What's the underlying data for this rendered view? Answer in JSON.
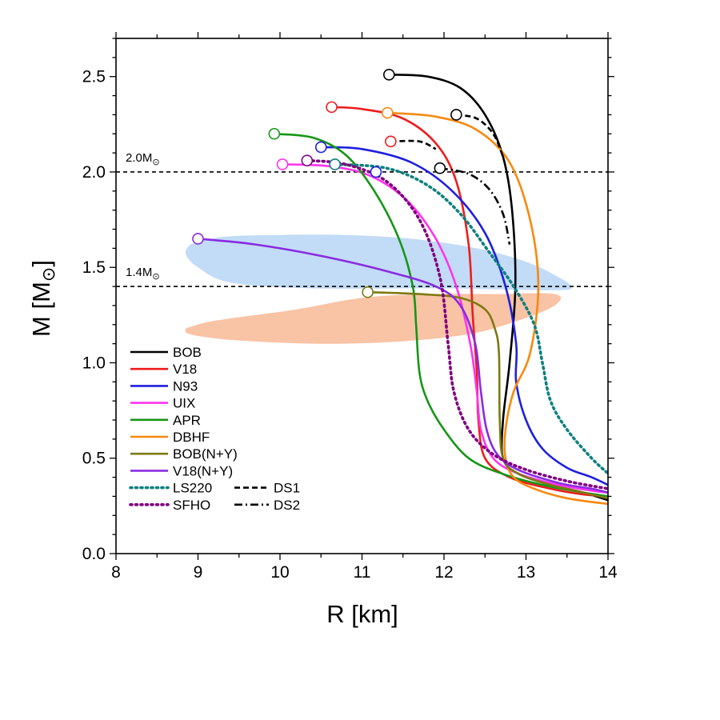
{
  "chart_data": {
    "type": "line",
    "xlabel": "R [km]",
    "ylabel_main": "M [M",
    "ylabel_sub": "⊙",
    "ylabel_close": "]",
    "xlim": [
      8,
      14
    ],
    "ylim": [
      0,
      2.7
    ],
    "xticks": [
      8,
      9,
      10,
      11,
      12,
      13,
      14
    ],
    "xtick_labels": [
      "8",
      "9",
      "10",
      "11",
      "12",
      "13",
      "14"
    ],
    "yticks": [
      0.0,
      0.5,
      1.0,
      1.5,
      2.0,
      2.5
    ],
    "ytick_labels": [
      "0.0",
      "0.5",
      "1.0",
      "1.5",
      "2.0",
      "2.5"
    ],
    "grid": false,
    "legend_position": "bottom-left",
    "reference_lines": [
      {
        "y": 2.0,
        "label": "2.0M",
        "label_sub": "⊙"
      },
      {
        "y": 1.4,
        "label": "1.4M",
        "label_sub": "⊙"
      }
    ],
    "bands": [
      {
        "color": "#c2dcf7",
        "points": [
          [
            8.9,
            1.62
          ],
          [
            9.3,
            1.66
          ],
          [
            10.0,
            1.67
          ],
          [
            10.8,
            1.67
          ],
          [
            11.6,
            1.65
          ],
          [
            12.4,
            1.6
          ],
          [
            13.0,
            1.53
          ],
          [
            13.35,
            1.46
          ],
          [
            13.55,
            1.4
          ],
          [
            13.35,
            1.38
          ],
          [
            12.0,
            1.39
          ],
          [
            10.4,
            1.39
          ],
          [
            9.4,
            1.42
          ],
          [
            9.0,
            1.5
          ],
          [
            8.85,
            1.57
          ]
        ]
      },
      {
        "color": "#f9c3a6",
        "points": [
          [
            8.85,
            1.18
          ],
          [
            9.2,
            1.22
          ],
          [
            10.2,
            1.28
          ],
          [
            11.0,
            1.34
          ],
          [
            11.8,
            1.36
          ],
          [
            12.6,
            1.36
          ],
          [
            13.35,
            1.36
          ],
          [
            13.35,
            1.3
          ],
          [
            12.9,
            1.22
          ],
          [
            12.3,
            1.15
          ],
          [
            11.4,
            1.11
          ],
          [
            10.4,
            1.1
          ],
          [
            9.4,
            1.12
          ],
          [
            8.9,
            1.15
          ]
        ]
      }
    ],
    "series": [
      {
        "name": "BOB",
        "color": "#000000",
        "style": "solid",
        "points": [
          [
            11.33,
            2.51
          ],
          [
            11.8,
            2.5
          ],
          [
            12.2,
            2.44
          ],
          [
            12.5,
            2.3
          ],
          [
            12.72,
            2.08
          ],
          [
            12.83,
            1.8
          ],
          [
            12.87,
            1.4
          ],
          [
            12.8,
            1.0
          ],
          [
            12.72,
            0.7
          ],
          [
            12.72,
            0.5
          ],
          [
            12.9,
            0.42
          ],
          [
            13.3,
            0.36
          ],
          [
            13.7,
            0.32
          ],
          [
            14.0,
            0.28
          ]
        ],
        "marker": [
          11.33,
          2.51
        ]
      },
      {
        "name": "V18",
        "color": "#ee1c1c",
        "style": "solid",
        "points": [
          [
            10.63,
            2.34
          ],
          [
            11.0,
            2.33
          ],
          [
            11.5,
            2.28
          ],
          [
            11.9,
            2.15
          ],
          [
            12.15,
            1.95
          ],
          [
            12.3,
            1.62
          ],
          [
            12.35,
            1.25
          ],
          [
            12.4,
            0.95
          ],
          [
            12.42,
            0.7
          ],
          [
            12.5,
            0.5
          ],
          [
            12.8,
            0.4
          ],
          [
            13.3,
            0.34
          ],
          [
            13.7,
            0.31
          ],
          [
            14.0,
            0.3
          ]
        ],
        "marker": [
          10.63,
          2.34
        ]
      },
      {
        "name": "N93",
        "color": "#1f1fe0",
        "style": "solid",
        "points": [
          [
            10.5,
            2.13
          ],
          [
            11.0,
            2.12
          ],
          [
            11.6,
            2.05
          ],
          [
            12.1,
            1.9
          ],
          [
            12.5,
            1.68
          ],
          [
            12.75,
            1.4
          ],
          [
            12.88,
            1.1
          ],
          [
            12.88,
            0.9
          ],
          [
            13.0,
            0.7
          ],
          [
            13.2,
            0.55
          ],
          [
            13.5,
            0.45
          ],
          [
            13.8,
            0.4
          ],
          [
            14.0,
            0.36
          ]
        ],
        "marker": [
          10.5,
          2.13
        ]
      },
      {
        "name": "UIX",
        "color": "#ff33ee",
        "style": "solid",
        "points": [
          [
            10.03,
            2.04
          ],
          [
            10.6,
            2.03
          ],
          [
            11.1,
            1.98
          ],
          [
            11.55,
            1.85
          ],
          [
            11.9,
            1.65
          ],
          [
            12.15,
            1.4
          ],
          [
            12.32,
            1.1
          ],
          [
            12.4,
            0.85
          ],
          [
            12.45,
            0.65
          ],
          [
            12.6,
            0.5
          ],
          [
            12.9,
            0.42
          ],
          [
            13.4,
            0.36
          ],
          [
            13.8,
            0.33
          ],
          [
            14.0,
            0.32
          ]
        ],
        "marker": [
          10.03,
          2.04
        ]
      },
      {
        "name": "APR",
        "color": "#169616",
        "style": "solid",
        "points": [
          [
            9.93,
            2.2
          ],
          [
            10.4,
            2.18
          ],
          [
            10.8,
            2.09
          ],
          [
            11.15,
            1.9
          ],
          [
            11.45,
            1.65
          ],
          [
            11.62,
            1.4
          ],
          [
            11.66,
            1.2
          ],
          [
            11.7,
            0.95
          ],
          [
            11.8,
            0.8
          ],
          [
            12.0,
            0.65
          ],
          [
            12.3,
            0.5
          ],
          [
            12.7,
            0.42
          ],
          [
            13.2,
            0.36
          ],
          [
            13.7,
            0.32
          ],
          [
            14.0,
            0.3
          ]
        ],
        "marker": [
          9.93,
          2.2
        ]
      },
      {
        "name": "DBHF",
        "color": "#f7890f",
        "style": "solid",
        "points": [
          [
            11.31,
            2.31
          ],
          [
            11.9,
            2.29
          ],
          [
            12.4,
            2.22
          ],
          [
            12.8,
            2.05
          ],
          [
            13.05,
            1.75
          ],
          [
            13.15,
            1.4
          ],
          [
            13.05,
            1.05
          ],
          [
            12.85,
            0.85
          ],
          [
            12.75,
            0.65
          ],
          [
            12.75,
            0.5
          ],
          [
            12.85,
            0.4
          ],
          [
            13.1,
            0.34
          ],
          [
            13.5,
            0.29
          ],
          [
            14.0,
            0.26
          ]
        ],
        "marker": [
          11.31,
          2.31
        ]
      },
      {
        "name": "BOB(N+Y)",
        "color": "#7c7a10",
        "style": "solid",
        "points": [
          [
            11.07,
            1.37
          ],
          [
            11.7,
            1.36
          ],
          [
            12.2,
            1.34
          ],
          [
            12.5,
            1.28
          ],
          [
            12.62,
            1.18
          ],
          [
            12.67,
            1.05
          ],
          [
            12.68,
            0.7
          ],
          [
            12.72,
            0.5
          ],
          [
            12.9,
            0.42
          ],
          [
            13.3,
            0.36
          ],
          [
            13.7,
            0.32
          ],
          [
            14.0,
            0.29
          ]
        ],
        "marker": [
          11.07,
          1.37
        ]
      },
      {
        "name": "V18(N+Y)",
        "color": "#8a2be2",
        "style": "solid",
        "points": [
          [
            9.0,
            1.65
          ],
          [
            9.7,
            1.62
          ],
          [
            10.5,
            1.56
          ],
          [
            11.3,
            1.48
          ],
          [
            11.9,
            1.4
          ],
          [
            12.2,
            1.3
          ],
          [
            12.38,
            1.1
          ],
          [
            12.45,
            0.85
          ],
          [
            12.52,
            0.65
          ],
          [
            12.65,
            0.52
          ],
          [
            12.9,
            0.44
          ],
          [
            13.4,
            0.37
          ],
          [
            13.8,
            0.34
          ],
          [
            14.0,
            0.32
          ]
        ],
        "marker": [
          9.0,
          1.65
        ]
      },
      {
        "name": "LS220",
        "color": "#0f8080",
        "style": "dotted",
        "points": [
          [
            10.67,
            2.04
          ],
          [
            11.3,
            2.02
          ],
          [
            11.8,
            1.93
          ],
          [
            12.2,
            1.78
          ],
          [
            12.55,
            1.58
          ],
          [
            12.85,
            1.4
          ],
          [
            13.1,
            1.2
          ],
          [
            13.2,
            1.0
          ],
          [
            13.3,
            0.8
          ],
          [
            13.5,
            0.65
          ],
          [
            13.8,
            0.5
          ],
          [
            14.0,
            0.42
          ]
        ],
        "marker": [
          10.67,
          2.04
        ]
      },
      {
        "name": "SFHO",
        "color": "#800080",
        "style": "dotted",
        "points": [
          [
            10.33,
            2.06
          ],
          [
            10.8,
            2.04
          ],
          [
            11.3,
            1.95
          ],
          [
            11.7,
            1.75
          ],
          [
            11.95,
            1.45
          ],
          [
            12.05,
            1.1
          ],
          [
            12.12,
            0.85
          ],
          [
            12.3,
            0.65
          ],
          [
            12.6,
            0.52
          ],
          [
            13.0,
            0.44
          ],
          [
            13.5,
            0.38
          ],
          [
            14.0,
            0.34
          ]
        ],
        "marker": [
          10.33,
          2.06
        ]
      },
      {
        "name": "DS1",
        "color": "#000000",
        "style": "dashed",
        "points": [
          [
            11.35,
            2.16
          ],
          [
            11.7,
            2.16
          ],
          [
            11.9,
            2.12
          ]
        ],
        "marker": [
          11.35,
          2.16
        ],
        "marker_color": "#ee1c1c"
      },
      {
        "name": "DS1",
        "color": "#000000",
        "style": "dashed",
        "points": [
          [
            12.15,
            2.3
          ],
          [
            12.4,
            2.28
          ],
          [
            12.6,
            2.2
          ],
          [
            12.72,
            2.08
          ]
        ],
        "marker": [
          12.15,
          2.3
        ],
        "marker_color": "#000000"
      },
      {
        "name": "DS2",
        "color": "#000000",
        "style": "dashdot",
        "points": [
          [
            11.95,
            2.02
          ],
          [
            12.3,
            1.99
          ],
          [
            12.55,
            1.91
          ],
          [
            12.72,
            1.78
          ],
          [
            12.8,
            1.62
          ]
        ],
        "marker": [
          11.95,
          2.02
        ],
        "marker_color": "#000000"
      },
      {
        "name": "N93",
        "color": "#1f1fe0",
        "style": "marker",
        "points": [],
        "marker": [
          11.17,
          2.0
        ],
        "marker_color": "#1f1fe0"
      }
    ],
    "legend": [
      {
        "label": "BOB",
        "color": "#000000",
        "style": "solid",
        "col": 0
      },
      {
        "label": "V18",
        "color": "#ee1c1c",
        "style": "solid",
        "col": 0
      },
      {
        "label": "N93",
        "color": "#1f1fe0",
        "style": "solid",
        "col": 0
      },
      {
        "label": "UIX",
        "color": "#ff33ee",
        "style": "solid",
        "col": 0
      },
      {
        "label": "APR",
        "color": "#169616",
        "style": "solid",
        "col": 0
      },
      {
        "label": "DBHF",
        "color": "#f7890f",
        "style": "solid",
        "col": 0
      },
      {
        "label": "BOB(N+Y)",
        "color": "#7c7a10",
        "style": "solid",
        "col": 0
      },
      {
        "label": "V18(N+Y)",
        "color": "#8a2be2",
        "style": "solid",
        "col": 0
      },
      {
        "label": "LS220",
        "color": "#0f8080",
        "style": "dotted",
        "col": 0
      },
      {
        "label": "SFHO",
        "color": "#800080",
        "style": "dotted",
        "col": 0
      },
      {
        "label": "DS1",
        "color": "#000000",
        "style": "dashed",
        "col": 1
      },
      {
        "label": "DS2",
        "color": "#000000",
        "style": "dashdot",
        "col": 1
      }
    ]
  }
}
